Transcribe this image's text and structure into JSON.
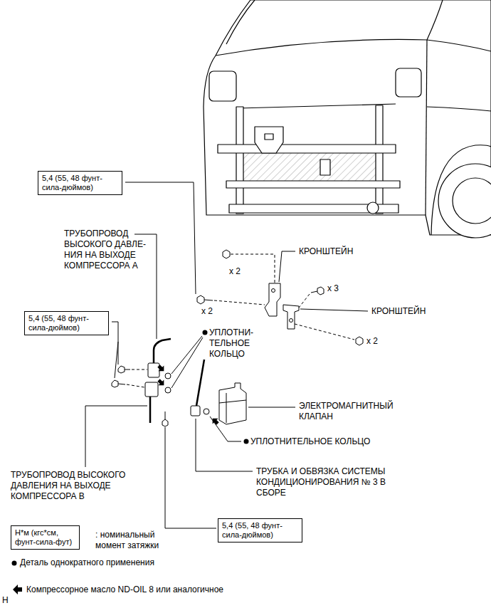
{
  "diagram": {
    "nodes": [
      {
        "text": [
          "5,4 (55, 48 фунт- сила-дюймов)"
        ]
      },
      {
        "text": [
          "5,4 (55, 48 фунт- сила-дюймов)"
        ]
      },
      {
        "text": [
          "5,4 (55, 48 фунт- сила-дюймов)"
        ]
      },
      {
        "text": [
          "Н*м (кгс*см, фунт-сила-фут)"
        ]
      }
    ],
    "labels": [
      "ТРУБОПРОВОД ВЫСОКОГО ДАВЛЕ- НИЯ НА ВЫХОДЕ КОМПРЕССОРА А",
      "КРОНШТЕЙН",
      "x 2",
      "x 3",
      "x 2",
      "КРОНШТЕЙН",
      "УПЛОТНИ- ТЕЛЬНОЕ КОЛЬЦО",
      "x 2",
      "ЭЛЕКТРОМАГНИТНЫЙ КЛАПАН",
      "УПЛОТНИТЕЛЬНОЕ КОЛЬЦО",
      "ТРУБКА И ОБВЯЗКА СИСТЕМЫ КОНДИЦИОНИРОВАНИЯ № 3 В СБОРЕ",
      "ТРУБОПРОВОД ВЫСОКОГО ДАВЛЕНИЯ НА ВЫХОДЕ КОМПРЕССОРА В",
      ": номинальный момент затяжки",
      "H"
    ],
    "legend": [
      {
        "text": "Деталь однократного применения"
      },
      {
        "text": "Компрессорное масло ND-OIL 8 или аналогичное"
      }
    ]
  }
}
